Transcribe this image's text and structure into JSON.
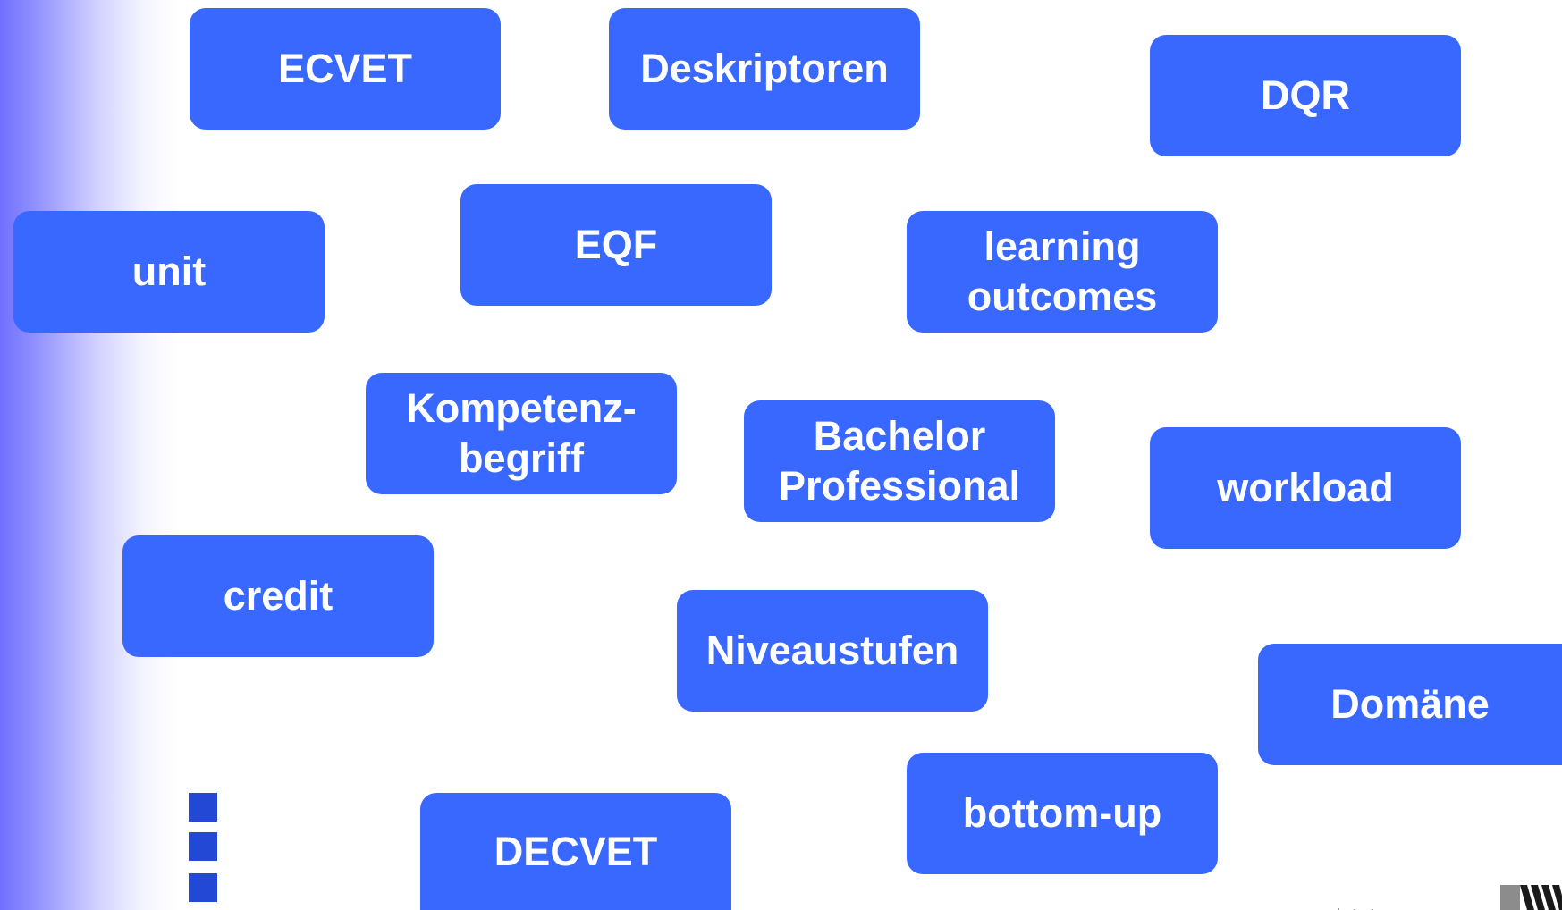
{
  "slide": {
    "terms": {
      "ecvet": "ECVET",
      "deskriptoren": "Deskriptoren",
      "dqr": "DQR",
      "unit": "unit",
      "eqf": "EQF",
      "learning_outcomes": "learning\noutcomes",
      "kompetenzbegriff": "Kompetenz-\nbegriff",
      "bachelor_professional": "Bachelor\nProfessional",
      "workload": "workload",
      "credit": "credit",
      "niveaustufen": "Niveaustufen",
      "domaene": "Domäne",
      "bottom_up": "bottom-up",
      "decvet": "DECVET"
    },
    "colors": {
      "box_fill": "#3868ff",
      "box_text": "#ffffff",
      "bullet_fill": "#2448d6",
      "gradient_edge": "#6f6fff"
    }
  }
}
